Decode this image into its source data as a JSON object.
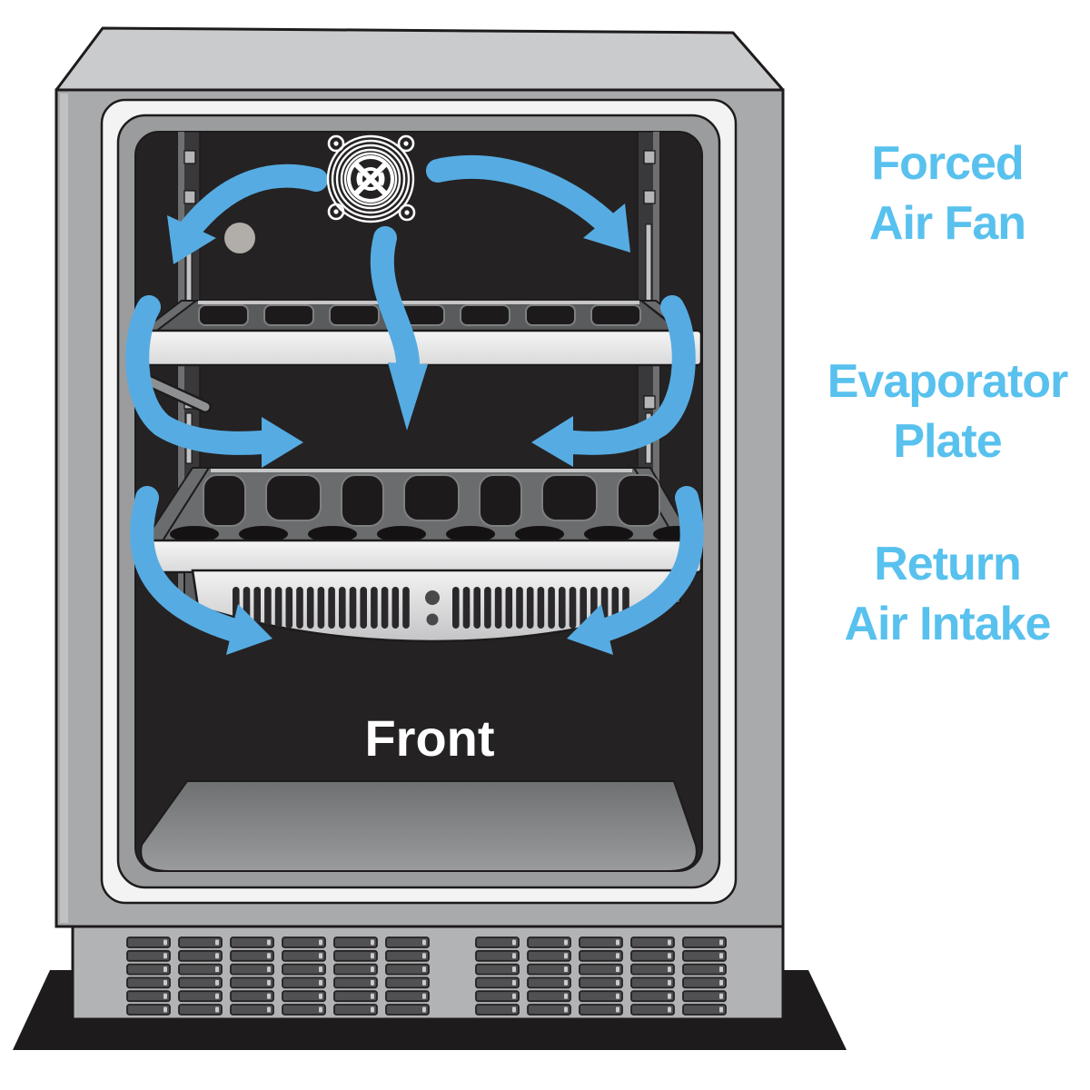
{
  "diagram": {
    "front_label": "Front",
    "callouts": [
      {
        "id": "forced-air-fan",
        "lines": [
          "Forced",
          "Air Fan"
        ]
      },
      {
        "id": "evaporator-plate",
        "lines": [
          "Evaporator",
          "Plate"
        ]
      },
      {
        "id": "return-air-intake",
        "lines": [
          "Return",
          "Air Intake"
        ]
      }
    ],
    "colors": {
      "callout_text": "#58c1ee",
      "airflow_arrow": "#56ace2",
      "front_text": "#ffffff",
      "cabinet_gray": "#a9aaac",
      "interior_black": "#252223"
    }
  }
}
